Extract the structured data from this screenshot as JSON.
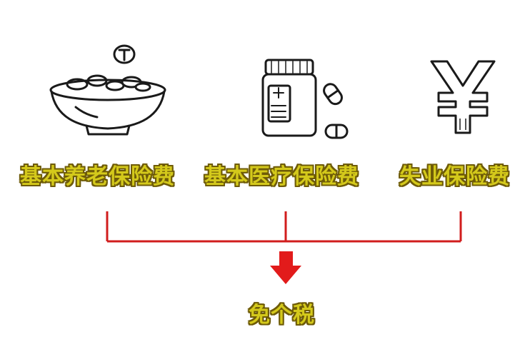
{
  "colors": {
    "label_fill": "#d4c91b",
    "label_outline": "#6e5b08",
    "connector": "#d11d1d",
    "ink": "#1a1a1a"
  },
  "items": [
    {
      "label": "基本养老保险费",
      "icon": "coin-bowl-icon"
    },
    {
      "label": "基本医疗保险费",
      "icon": "medicine-bottle-icon"
    },
    {
      "label": "失业保险费",
      "icon": "yuan-symbol-icon"
    }
  ],
  "result": {
    "label": "免个税"
  }
}
